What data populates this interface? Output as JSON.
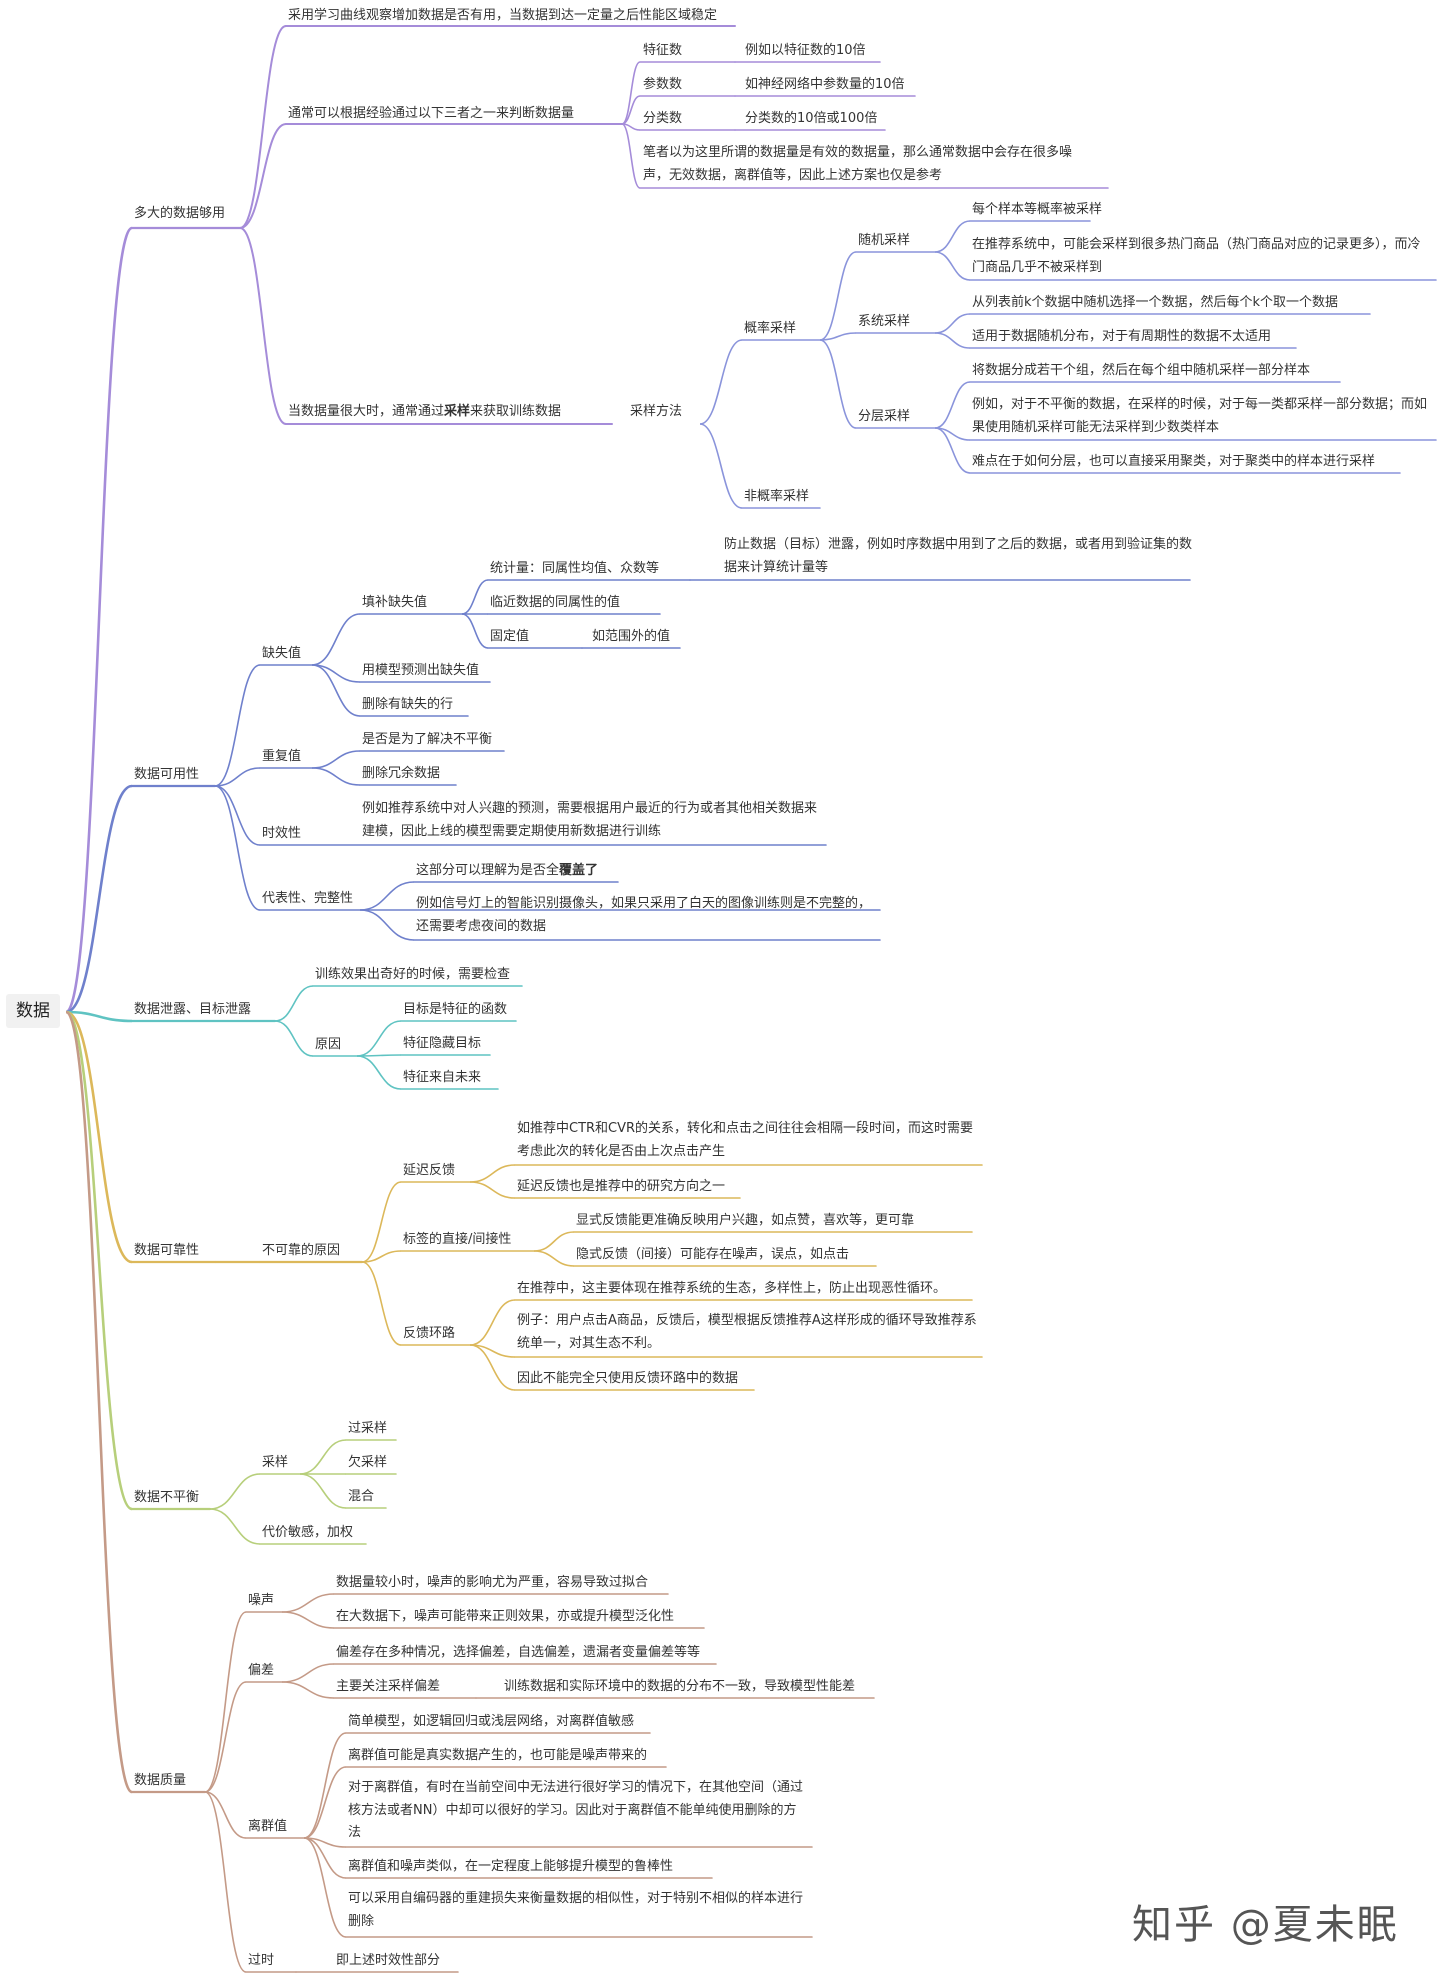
{
  "colors": {
    "quantity": "#a58cd9",
    "sampling": "#8a94db",
    "usability": "#6f80cc",
    "leakage": "#5fc3c2",
    "reliability": "#dcb85a",
    "imbalance": "#b7cf7b",
    "quality": "#c49a87"
  },
  "watermark": "知乎 @夏未眠",
  "mindmap": {
    "root": "数据",
    "quantity": {
      "label": "多大的数据够用",
      "curve": "采用学习曲线观察增加数据是否有用，当数据到达一定量之后性能区域稳定",
      "rule": "通常可以根据经验通过以下三者之一来判断数据量",
      "feature": "特征数",
      "feature_value": "例如以特征数的10倍",
      "param": "参数数",
      "param_value": "如神经网络中参数量的10倍",
      "class": "分类数",
      "class_value": "分类数的10倍或100倍",
      "note": "笔者以为这里所谓的数据量是有效的数据量，那么通常数据中会存在很多噪声，无效数据，离群值等，因此上述方案也仅是参考",
      "large_pre": "当数据量很大时，通常通过",
      "large_bold": "采样",
      "large_post": "来获取训练数据",
      "method": "采样方法",
      "prob": "概率采样",
      "random": "随机采样",
      "random_1": "每个样本等概率被采样",
      "random_2": "在推荐系统中，可能会采样到很多热门商品（热门商品对应的记录更多），而冷门商品几乎不被采样到",
      "system": "系统采样",
      "system_1": "从列表前k个数据中随机选择一个数据，然后每个k个取一个数据",
      "system_2": "适用于数据随机分布，对于有周期性的数据不太适用",
      "strat": "分层采样",
      "strat_1": "将数据分成若干个组，然后在每个组中随机采样一部分样本",
      "strat_2": "例如，对于不平衡的数据，在采样的时候，对于每一类都采样一部分数据；而如果使用随机采样可能无法采样到少数类样本",
      "strat_3": "难点在于如何分层，也可以直接采用聚类，对于聚类中的样本进行采样",
      "nonprob": "非概率采样"
    },
    "usability": {
      "label": "数据可用性",
      "missing": "缺失值",
      "fill": "填补缺失值",
      "stat": "统计量：同属性均值、众数等",
      "stat_note": "防止数据（目标）泄露，例如时序数据中用到了之后的数据，或者用到验证集的数据来计算统计量等",
      "nearby": "临近数据的同属性的值",
      "fixed": "固定值",
      "fixed_note": "如范围外的值",
      "predict": "用模型预测出缺失值",
      "drop": "删除有缺失的行",
      "dup": "重复值",
      "dup_1": "是否是为了解决不平衡",
      "dup_2": "删除冗余数据",
      "time": "时效性",
      "time_1": "例如推荐系统中对人兴趣的预测，需要根据用户最近的行为或者其他相关数据来建模，因此上线的模型需要定期使用新数据进行训练",
      "rep": "代表性、完整性",
      "rep_1_pre": "这部分可以理解为是否全",
      "rep_1_bold": "覆盖了",
      "rep_2": "例如信号灯上的智能识别摄像头，如果只采用了白天的图像训练则是不完整的，还需要考虑夜间的数据"
    },
    "leakage": {
      "label": "数据泄露、目标泄露",
      "check": "训练效果出奇好的时候，需要检查",
      "cause": "原因",
      "c1": "目标是特征的函数",
      "c2": "特征隐藏目标",
      "c3": "特征来自未来"
    },
    "reliability": {
      "label": "数据可靠性",
      "reason": "不可靠的原因",
      "delay": "延迟反馈",
      "delay_1": "如推荐中CTR和CVR的关系，转化和点击之间往往会相隔一段时间，而这时需要考虑此次的转化是否由上次点击产生",
      "delay_2": "延迟反馈也是推荐中的研究方向之一",
      "label_direct": "标签的直接/间接性",
      "ld_1": "显式反馈能更准确反映用户兴趣，如点赞，喜欢等，更可靠",
      "ld_2": "隐式反馈（间接）可能存在噪声，误点，如点击",
      "loop": "反馈环路",
      "loop_1": "在推荐中，这主要体现在推荐系统的生态，多样性上，防止出现恶性循环。",
      "loop_2": "例子：用户点击A商品，反馈后，模型根据反馈推荐A这样形成的循环导致推荐系统单一，对其生态不利。",
      "loop_3": "因此不能完全只使用反馈环路中的数据"
    },
    "imbalance": {
      "label": "数据不平衡",
      "sampling": "采样",
      "over": "过采样",
      "under": "欠采样",
      "mix": "混合",
      "cost": "代价敏感，加权"
    },
    "quality": {
      "label": "数据质量",
      "noise": "噪声",
      "noise_1": "数据量较小时，噪声的影响尤为严重，容易导致过拟合",
      "noise_2": "在大数据下，噪声可能带来正则效果，亦或提升模型泛化性",
      "bias": "偏差",
      "bias_1": "偏差存在多种情况，选择偏差，自选偏差，遗漏者变量偏差等等",
      "bias_2": "主要关注采样偏差",
      "bias_2_note": "训练数据和实际环境中的数据的分布不一致，导致模型性能差",
      "outlier": "离群值",
      "o1": "简单模型，如逻辑回归或浅层网络，对离群值敏感",
      "o2": "离群值可能是真实数据产生的，也可能是噪声带来的",
      "o3": "对于离群值，有时在当前空间中无法进行很好学习的情况下，在其他空间（通过核方法或者NN）中却可以很好的学习。因此对于离群值不能单纯使用删除的方法",
      "o4": "离群值和噪声类似，在一定程度上能够提升模型的鲁棒性",
      "o5": "可以采用自编码器的重建损失来衡量数据的相似性，对于特别不相似的样本进行删除",
      "stale": "过时",
      "stale_1": "即上述时效性部分"
    }
  }
}
